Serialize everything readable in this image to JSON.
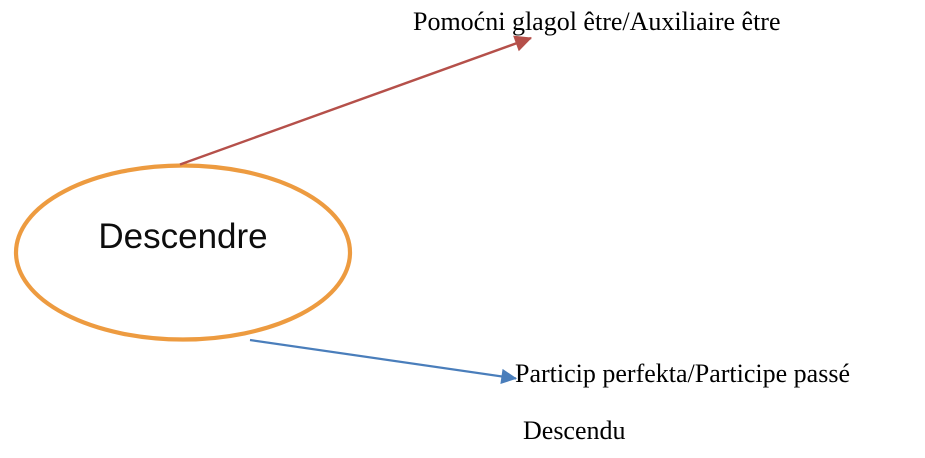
{
  "diagram": {
    "title_node": {
      "label": "Descendre",
      "shape": "ellipse",
      "stroke_color": "#ED9B40",
      "fill_color": "#FFFFFF"
    },
    "branches": [
      {
        "name": "auxiliary",
        "label": "Pomoćni glagol être/Auxiliaire être",
        "connector_color": "#B5504A",
        "connector_kind": "arrow"
      },
      {
        "name": "past-participle",
        "label": "Particip perfekta/Participe passé",
        "connector_color": "#4A7EBB",
        "connector_kind": "arrow"
      }
    ],
    "participle_value": "Descendu",
    "background_color": "#FFFFFF"
  }
}
